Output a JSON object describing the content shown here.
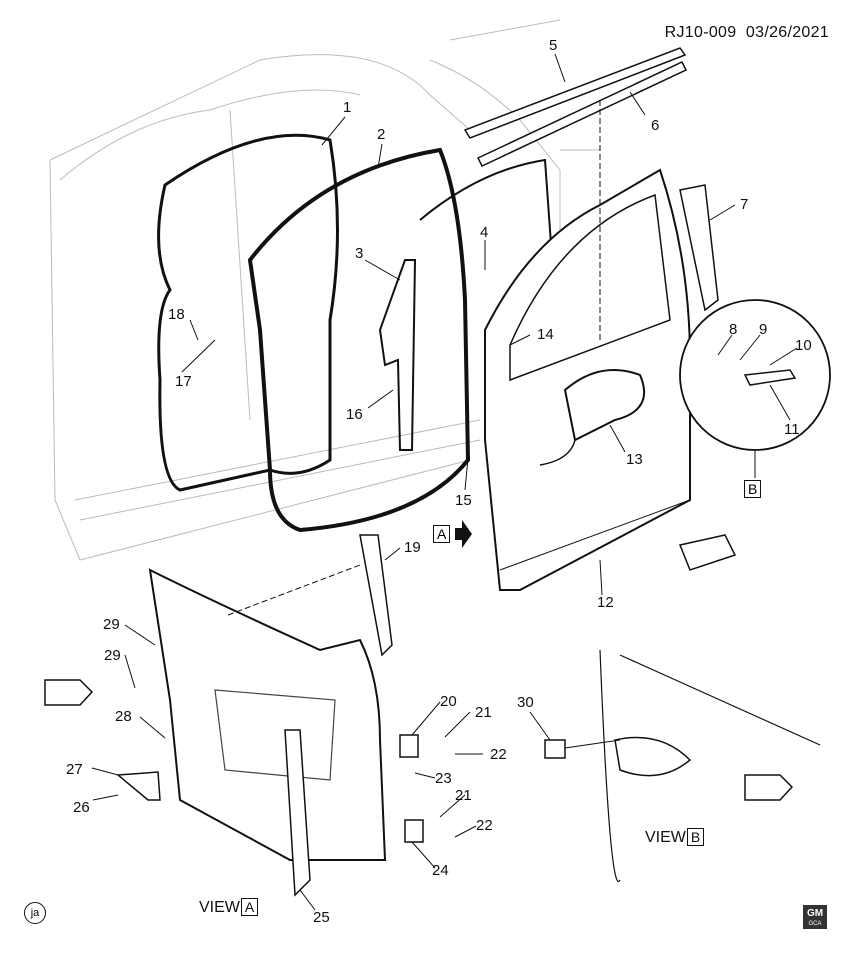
{
  "header": {
    "ref": "RJ10-009",
    "date": "03/26/2021"
  },
  "callouts": [
    "1",
    "2",
    "3",
    "4",
    "5",
    "6",
    "7",
    "8",
    "9",
    "10",
    "11",
    "12",
    "13",
    "14",
    "15",
    "16",
    "17",
    "18",
    "19",
    "20",
    "21",
    "21",
    "22",
    "22",
    "23",
    "24",
    "25",
    "26",
    "27",
    "28",
    "29",
    "29",
    "30"
  ],
  "views": {
    "a_label": "VIEW",
    "a_box": "A",
    "b_label": "VIEW",
    "b_box": "B"
  },
  "badges": {
    "a": "A",
    "b": "B"
  },
  "footer": {
    "circle": "ja",
    "logo_top": "GM",
    "logo_bottom": "GCA"
  }
}
